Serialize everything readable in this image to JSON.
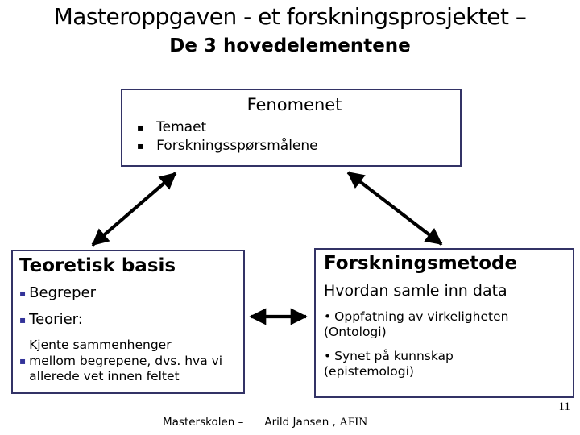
{
  "slide": {
    "title": "Masteroppgaven - et forskningsprosjektet –",
    "subtitle": "De 3 hovedelementene",
    "page_number": "11",
    "footer": {
      "left": "Masterskolen –",
      "author": "Arild Jansen ,",
      "org": "AFIN"
    }
  },
  "boxes": {
    "fenomenet": {
      "title": "Fenomenet",
      "bullet_icon": "▪",
      "bullets": [
        "Temaet",
        "Forskningsspørsmålene"
      ]
    },
    "teoretisk": {
      "title": "Teoretisk basis",
      "bullet_icon": "▪",
      "bullets": [
        "Begreper",
        "Teorier:",
        "Kjente sammenhenger\nmellom begrepene, dvs. hva vi\nallerede vet innen feltet"
      ]
    },
    "forskningsmetode": {
      "title": "Forskningsmetode",
      "subtitle": "Hvordan samle inn data",
      "bullet_icon": "•",
      "bullets": [
        "Oppfatning av virkeligheten\n(Ontologi)",
        "Synet på kunnskap\n(epistemologi)"
      ]
    }
  },
  "colors": {
    "box_border": "#333366",
    "bullet_navy": "#333399",
    "arrow": "#000000",
    "text": "#000000",
    "background": "#ffffff"
  }
}
